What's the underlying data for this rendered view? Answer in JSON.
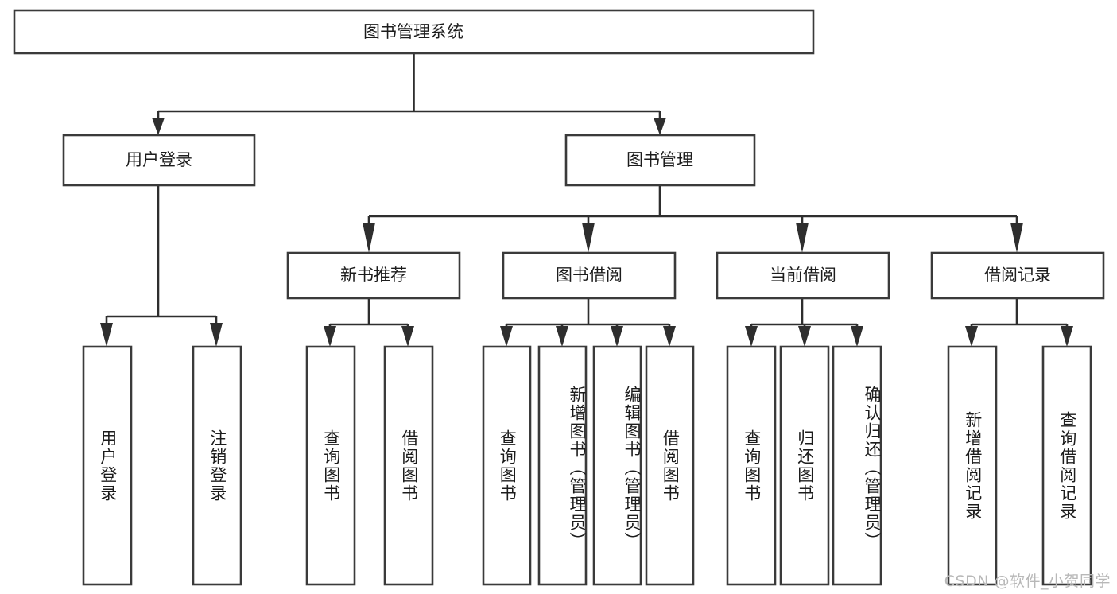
{
  "diagram": {
    "title": "图书管理系统",
    "type": "hierarchy-tree",
    "orientation": "top-down",
    "stroke_color": "#3a3a3a",
    "text_color": "#1c1c1c",
    "background_color": "#ffffff",
    "root": {
      "label": "图书管理系统",
      "level": 1
    },
    "level2": [
      {
        "label": "用户登录"
      },
      {
        "label": "图书管理"
      }
    ],
    "level3": [
      {
        "label": "新书推荐"
      },
      {
        "label": "图书借阅"
      },
      {
        "label": "当前借阅"
      },
      {
        "label": "借阅记录"
      }
    ],
    "leaves": {
      "user_login": [
        {
          "label": "用户登录"
        },
        {
          "label": "注销登录"
        }
      ],
      "new_book_recommend": [
        {
          "label": "查询图书"
        },
        {
          "label": "借阅图书"
        }
      ],
      "book_borrow": [
        {
          "label": "查询图书"
        },
        {
          "label": "新增图书（管理员）"
        },
        {
          "label": "编辑图书（管理员）"
        },
        {
          "label": "借阅图书"
        }
      ],
      "current_borrow": [
        {
          "label": "查询图书"
        },
        {
          "label": "归还图书"
        },
        {
          "label": "确认归还（管理员）"
        }
      ],
      "borrow_record": [
        {
          "label": "新增借阅记录"
        },
        {
          "label": "查询借阅记录"
        }
      ]
    }
  },
  "watermark": {
    "text": "CSDN @软件_小贺同学"
  }
}
